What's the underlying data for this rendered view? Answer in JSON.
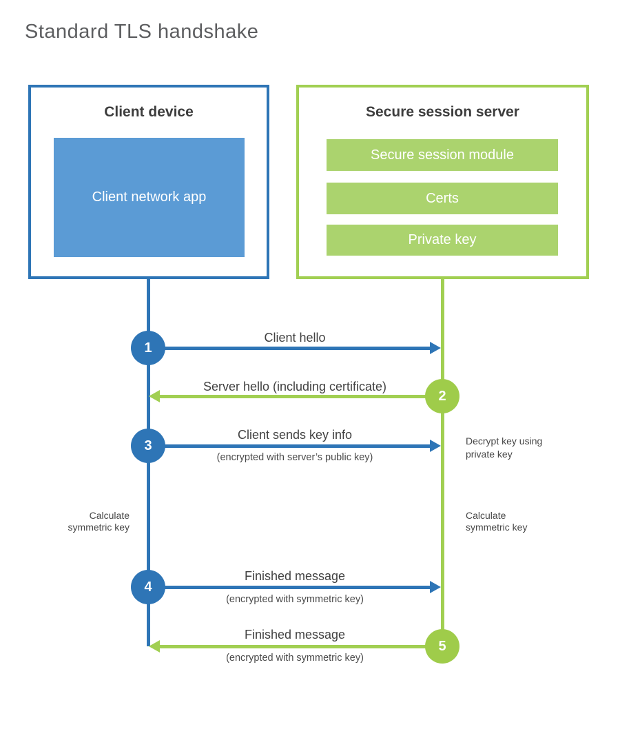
{
  "title": "Standard TLS handshake",
  "client_box": {
    "heading": "Client device",
    "app_label": "Client network app"
  },
  "server_box": {
    "heading": "Secure session server",
    "modules": [
      "Secure session module",
      "Certs",
      "Private key"
    ]
  },
  "steps": [
    {
      "num": "1",
      "label": "Client hello",
      "sub": ""
    },
    {
      "num": "2",
      "label": "Server hello (including certificate)",
      "sub": ""
    },
    {
      "num": "3",
      "label": "Client sends key info",
      "sub": "(encrypted with server’s public key)"
    },
    {
      "num": "4",
      "label": "Finished message",
      "sub": "(encrypted with symmetric key)"
    },
    {
      "num": "5",
      "label": "Finished message",
      "sub": "(encrypted with symmetric key)"
    }
  ],
  "annotations": {
    "decrypt": "Decrypt key using\nprivate key",
    "calculate_left": "Calculate\nsymmetric key",
    "calculate_right": "Calculate\nsymmetric key"
  },
  "colors": {
    "blue_line": "#2e75b6",
    "blue_fill": "#5b9bd5",
    "green_line": "#a1cf52",
    "green_fill": "#abd36e",
    "green_circle": "#9fcc4a",
    "heading_text": "#3d3d3d",
    "label_text": "#414141",
    "title_text": "#5d5e60",
    "background": "#ffffff"
  }
}
